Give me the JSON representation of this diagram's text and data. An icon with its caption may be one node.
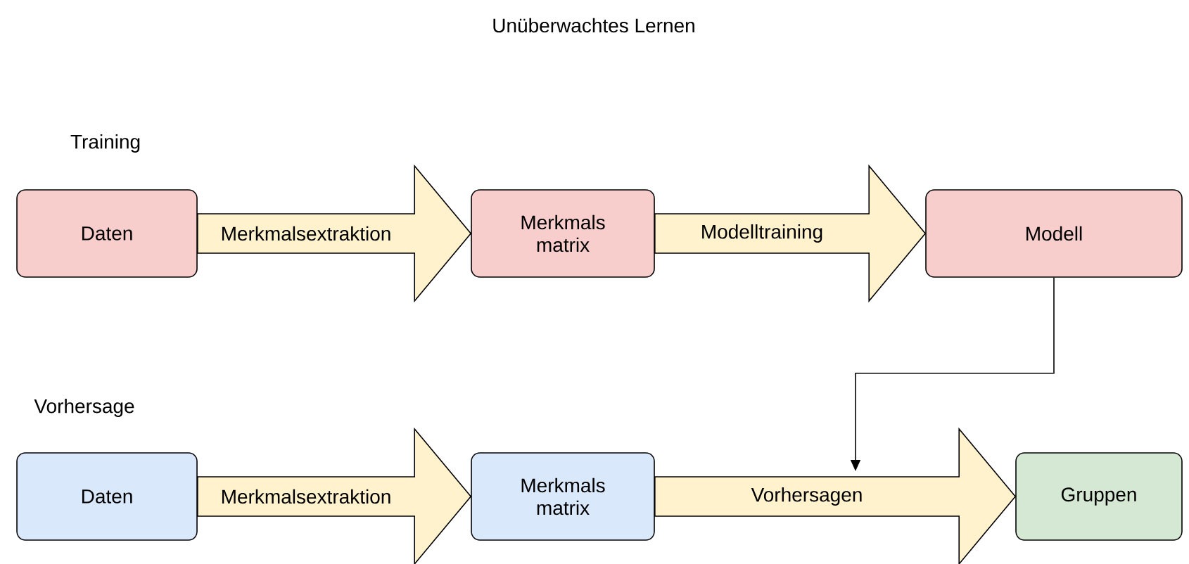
{
  "diagram": {
    "title": "Unüberwachtes Lernen",
    "nodes": [
      {
        "text": [
          "Daten"
        ]
      },
      {
        "text": [
          "Merkmals matrix"
        ]
      },
      {
        "text": [
          "Modell"
        ]
      },
      {
        "text": [
          "Daten"
        ]
      },
      {
        "text": [
          "Merkmals matrix"
        ]
      },
      {
        "text": [
          "Gruppen"
        ]
      }
    ],
    "edges": [
      {
        "from": 0,
        "to": 1,
        "arrow": "to",
        "label": "Merkmalsextraktion"
      },
      {
        "from": 1,
        "to": 2,
        "arrow": "to",
        "label": "Modelltraining"
      },
      {
        "from": 3,
        "to": 4,
        "arrow": "to",
        "label": "Merkmalsextraktion"
      },
      {
        "from": 4,
        "to": 5,
        "arrow": "to",
        "label": "Vorhersagen"
      },
      {
        "from": 2,
        "to": null,
        "arrow": "to"
      }
    ],
    "labels": [
      "Training",
      "Vorhersage"
    ]
  }
}
